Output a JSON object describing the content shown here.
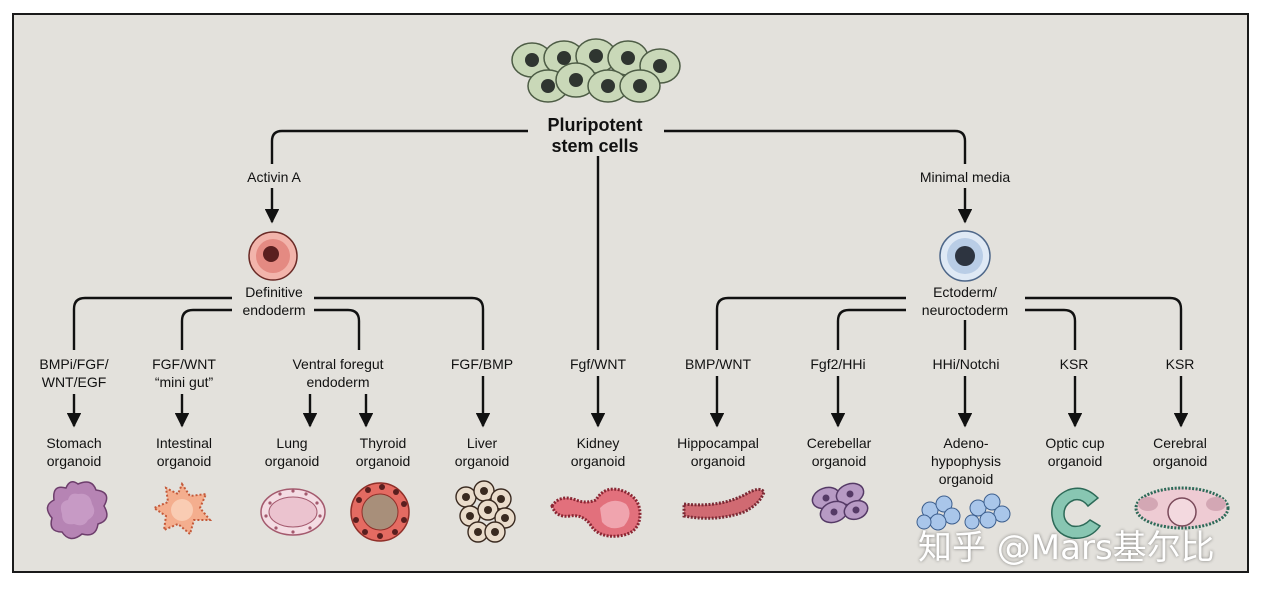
{
  "root": {
    "line1": "Pluripotent",
    "line2": "stem cells"
  },
  "branches": {
    "left_condition": "Activin A",
    "right_condition": "Minimal media"
  },
  "endoderm": {
    "line1": "Definitive",
    "line2": "endoderm"
  },
  "ectoderm": {
    "line1": "Ectoderm/",
    "line2": "neuroctoderm"
  },
  "conditions": {
    "stomach": [
      "BMPi/FGF/",
      "WNT/EGF"
    ],
    "intestinal": [
      "FGF/WNT",
      "“mini gut”"
    ],
    "ventral": [
      "Ventral foregut",
      "endoderm"
    ],
    "liver": [
      "FGF/BMP"
    ],
    "kidney": [
      "Fgf/WNT"
    ],
    "hippocampal": [
      "BMP/WNT"
    ],
    "cerebellar": [
      "Fgf2/HHi"
    ],
    "adeno": [
      "HHi/Notchi"
    ],
    "optic": [
      "KSR"
    ],
    "cerebral": [
      "KSR"
    ]
  },
  "organoids": {
    "stomach": [
      "Stomach",
      "organoid"
    ],
    "intestinal": [
      "Intestinal",
      "organoid"
    ],
    "lung": [
      "Lung",
      "organoid"
    ],
    "thyroid": [
      "Thyroid",
      "organoid"
    ],
    "liver": [
      "Liver",
      "organoid"
    ],
    "kidney": [
      "Kidney",
      "organoid"
    ],
    "hippocampal": [
      "Hippocampal",
      "organoid"
    ],
    "cerebellar": [
      "Cerebellar",
      "organoid"
    ],
    "adeno": [
      "Adeno-",
      "hypophysis",
      "organoid"
    ],
    "optic": [
      "Optic cup",
      "organoid"
    ],
    "cerebral": [
      "Cerebral",
      "organoid"
    ]
  },
  "watermark": "知乎 @Mars基尔比",
  "colors": {
    "background": "#e3e1dc",
    "line": "#111111",
    "stem_cell": "#c9d8b8",
    "endoderm_cell": "#e48a82",
    "ectoderm_cell": "#b9cde6",
    "stomach": "#b684b4",
    "intestinal": "#f4ae8e",
    "lung": "#ebc3cf",
    "thyroid": "#e46b62",
    "kidney": "#e2707c",
    "cerebellar": "#b79ac4",
    "adeno": "#a9c6ea",
    "optic": "#88c6b2"
  }
}
